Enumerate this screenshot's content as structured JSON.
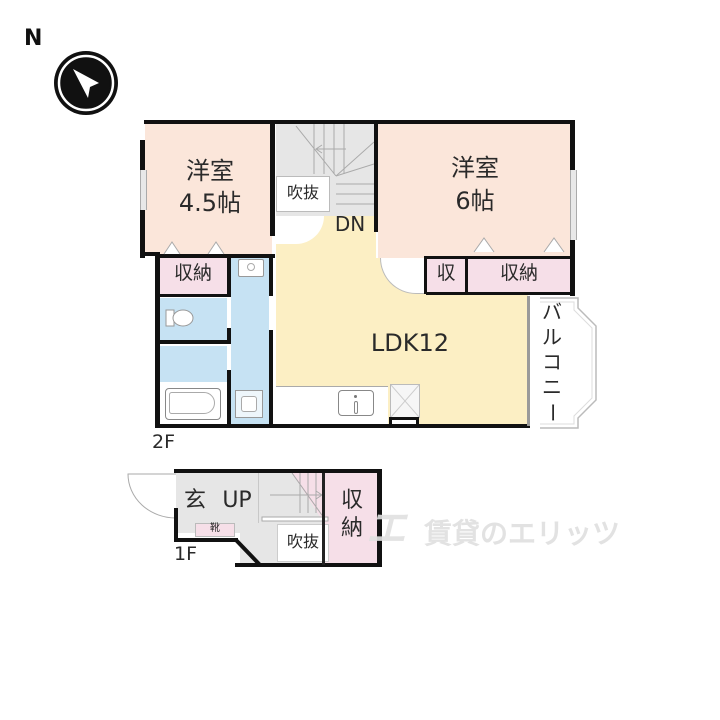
{
  "compass": {
    "north_label": "N",
    "icon": "north-arrow-compass-icon"
  },
  "floor_2f": {
    "label": "2F",
    "rooms": {
      "bedroom_west": {
        "name": "洋室",
        "size": "4.5帖"
      },
      "bedroom_east": {
        "name": "洋室",
        "size": "6帖"
      },
      "ldk": {
        "name": "LDK12"
      },
      "void_2f": {
        "name": "吹抜"
      },
      "stairs_down": {
        "label": "DN"
      },
      "storage_west": {
        "name": "収納"
      },
      "storage_small": {
        "name": "収"
      },
      "storage_east": {
        "name": "収納"
      },
      "balcony": {
        "name": "バルコニー",
        "chars": [
          "バ",
          "ル",
          "コ",
          "ニ",
          "ー"
        ]
      }
    },
    "fixtures": [
      "toilet-icon",
      "washbasin-icon",
      "bathtub-icon",
      "washing-machine-icon",
      "kitchen-sink-icon",
      "fridge-space-icon"
    ]
  },
  "floor_1f": {
    "label": "1F",
    "rooms": {
      "entrance": {
        "name": "玄"
      },
      "stairs_up": {
        "label": "UP"
      },
      "shoe_box": {
        "name": "靴"
      },
      "void_1f": {
        "name": "吹抜"
      },
      "storage": {
        "name": "収納",
        "chars": [
          "収",
          "納"
        ]
      }
    }
  },
  "watermark": {
    "logo": "エ",
    "text": "賃貸のエリッツ"
  },
  "colors": {
    "bedroom": "#fbe6da",
    "ldk": "#fcefc4",
    "storage": "#f6dfe8",
    "wet_area": "#c6e2f3",
    "hall": "#e6e6e6",
    "wall": "#111111"
  }
}
